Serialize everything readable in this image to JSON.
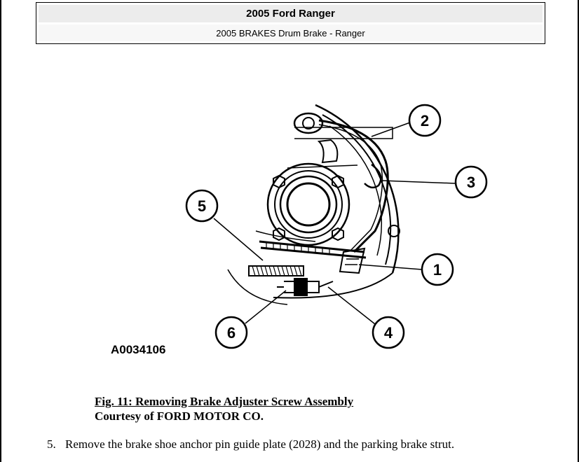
{
  "header": {
    "title": "2005 Ford Ranger",
    "subtitle": "2005 BRAKES Drum Brake - Ranger"
  },
  "figure": {
    "id_label": "A0034106",
    "callouts": [
      "1",
      "2",
      "3",
      "4",
      "5",
      "6"
    ]
  },
  "caption": {
    "title": "Fig. 11: Removing Brake Adjuster Screw Assembly",
    "credit": "Courtesy of FORD MOTOR CO."
  },
  "step": {
    "number": "5.",
    "text": "Remove the brake shoe anchor pin guide plate (2028) and the parking brake strut."
  }
}
